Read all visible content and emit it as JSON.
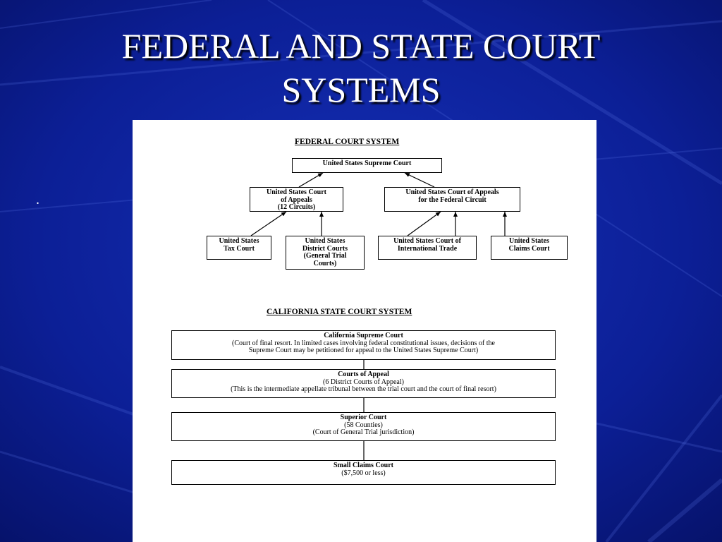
{
  "slide": {
    "title_line1": "FEDERAL AND STATE COURT",
    "title_line2": "SYSTEMS",
    "bullet": "."
  },
  "federal": {
    "heading": "FEDERAL COURT SYSTEM",
    "supreme": "United States Supreme Court",
    "appeals_l1": "United States Court",
    "appeals_l2": "of Appeals",
    "appeals_l3": "(12 Circuits)",
    "federal_circuit_l1": "United States Court of Appeals",
    "federal_circuit_l2": "for the Federal Circuit",
    "tax_l1": "United States",
    "tax_l2": "Tax Court",
    "district_l1": "United States",
    "district_l2": "District Courts",
    "district_l3": "(General Trial",
    "district_l4": "Courts)",
    "trade_l1": "United States Court of",
    "trade_l2": "International Trade",
    "claims_l1": "United States",
    "claims_l2": "Claims Court"
  },
  "california": {
    "heading": "CALIFORNIA STATE COURT SYSTEM",
    "supreme_title": "California Supreme Court",
    "supreme_desc_l1": "(Court of final resort.  In limited cases involving federal constitutional issues, decisions of the",
    "supreme_desc_l2": "Supreme Court may be petitioned for appeal to the United States Supreme Court)",
    "appeal_title": "Courts of Appeal",
    "appeal_desc_l1": "(6 District Courts of Appeal)",
    "appeal_desc_l2": "(This is the intermediate appellate tribunal between the trial court and the court of final resort)",
    "superior_title": "Superior Court",
    "superior_desc_l1": "(58 Counties)",
    "superior_desc_l2": "(Court of General Trial jurisdiction)",
    "small_title": "Small Claims Court",
    "small_desc_l1": "($7,500 or less)"
  }
}
